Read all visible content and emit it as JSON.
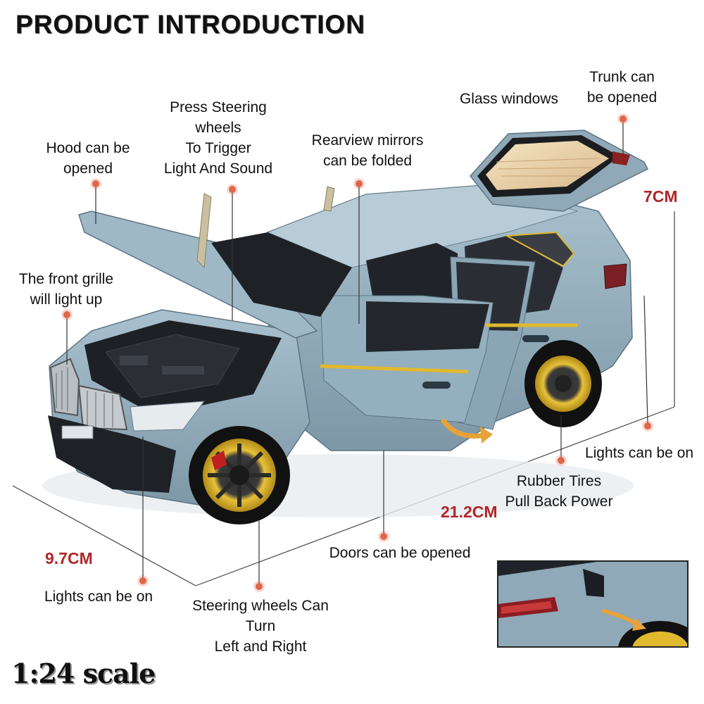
{
  "title": "PRODUCT INTRODUCTION",
  "scale_label": "1:24 scale",
  "dimensions": {
    "height": "7CM",
    "length": "21.2CM",
    "width": "9.7CM"
  },
  "features": {
    "hood": [
      "Hood can be",
      "opened"
    ],
    "steering_press": [
      "Press Steering",
      "wheels",
      "To Trigger",
      "Light And Sound"
    ],
    "mirrors": [
      "Rearview mirrors",
      "can be folded"
    ],
    "glass": [
      "Glass windows"
    ],
    "trunk": [
      "Trunk can",
      "be opened"
    ],
    "grille": [
      "The front grille",
      "will light up"
    ],
    "rear_lights": [
      "Lights can be on"
    ],
    "tires": [
      "Rubber Tires",
      "Pull Back Power"
    ],
    "doors": [
      "Doors can be opened"
    ],
    "front_lights": [
      "Lights can be on"
    ],
    "steering_turn": [
      "Steering wheels Can",
      "Turn",
      "Left and Right"
    ]
  },
  "colors": {
    "body": "#8fa9b8",
    "accent": "#e0b92e",
    "dimension_text": "#b0262a",
    "dot": "#e0664a"
  }
}
